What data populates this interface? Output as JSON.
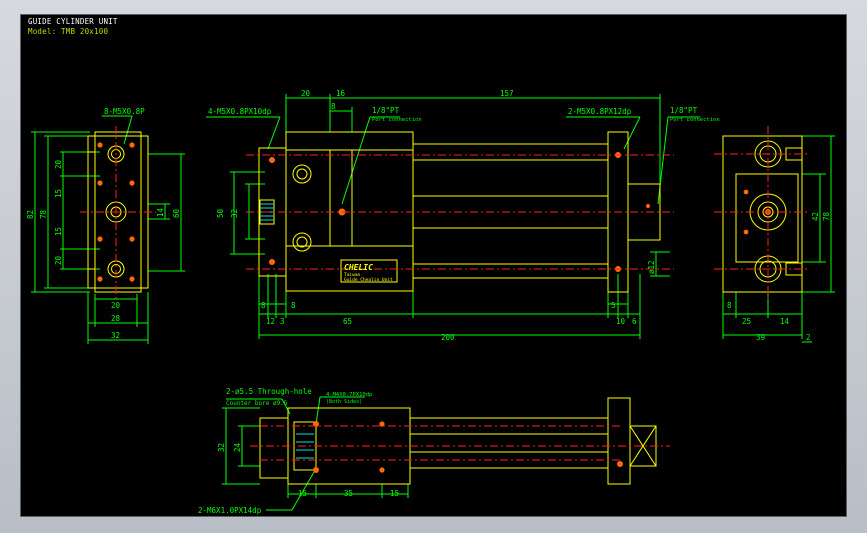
{
  "title": "GUIDE CYLINDER UNIT",
  "model": "Model: TMB 20x100",
  "colors": {
    "outline": "#ffff00",
    "dimension": "#00ff00",
    "centerline": "#ff2020",
    "leader": "#ff4040",
    "hole": "#ff6a00",
    "hatch": "#00e0e0",
    "background": "#000000"
  },
  "left_view": {
    "callout": "8-M5X0.8P",
    "dims": [
      "82",
      "78",
      "20",
      "15",
      "15",
      "20",
      "14",
      "60",
      "20",
      "28",
      "32"
    ]
  },
  "front_view": {
    "callout_tap": "4-M5X0.8PX10dp",
    "callout_port_left": "1/8\"PT",
    "callout_port_left_sub": "Port connection",
    "callout_tap_right": "2-M5X0.8PX12dp",
    "callout_port_right": "1/8\"PT",
    "callout_port_right_sub": "Port connection",
    "top_dims": [
      "20",
      "16",
      "157",
      "8"
    ],
    "left_dims": [
      "50",
      "32"
    ],
    "bottom_dims": [
      "8",
      "8",
      "12",
      "3",
      "65",
      "5",
      "10",
      "6",
      "200"
    ],
    "right_dim": "ø12",
    "nameplate_brand": "CHELIC",
    "nameplate_sub": "Taiwan",
    "nameplate_model": "Guide Chealin Unit"
  },
  "right_view": {
    "dims": [
      "42",
      "78",
      "8",
      "25",
      "14",
      "39",
      "2"
    ]
  },
  "bottom_view": {
    "callout_through": "2-ø5.5 Through-hole",
    "callout_counter": "Counter bore ø9.5",
    "callout_tap": "4-M4X0.7PX10dp",
    "callout_tap_sub": "(Both Sides)",
    "callout_bottom": "2-M6X1.0PX14dp",
    "dims": [
      "32",
      "24",
      "15",
      "35",
      "15"
    ]
  }
}
